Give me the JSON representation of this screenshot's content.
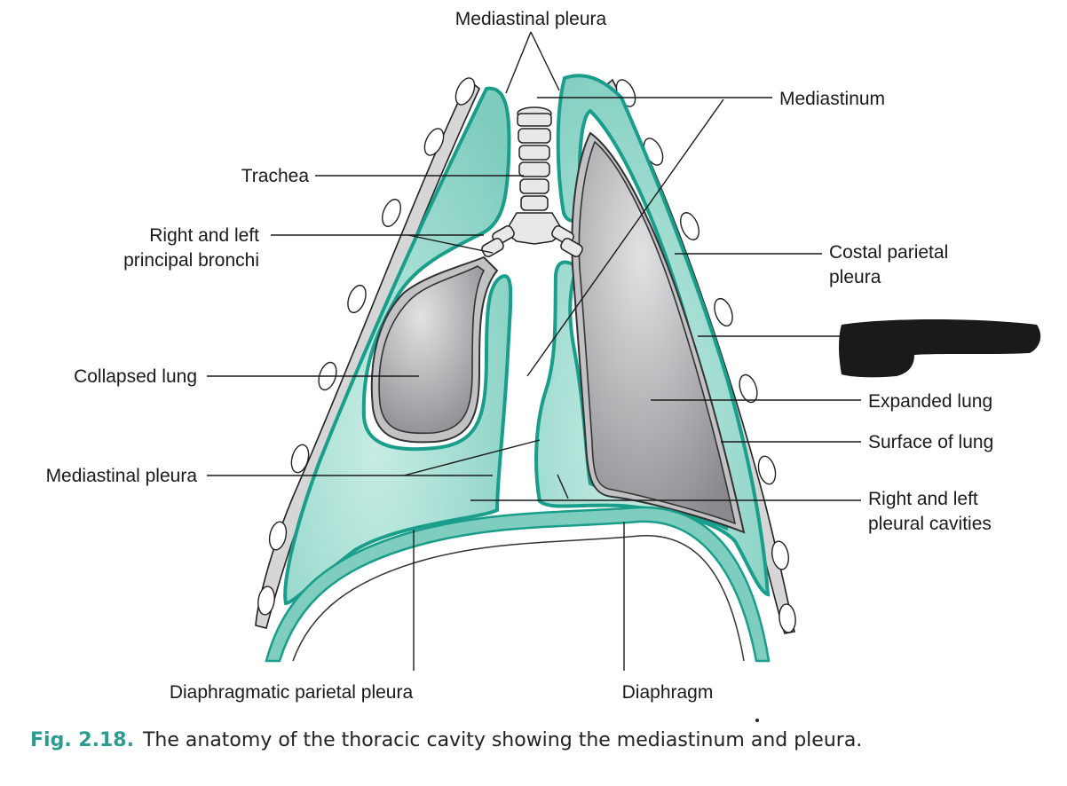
{
  "colors": {
    "pleura": "#1a9e8c",
    "pleura_fill": "#8fd3c6",
    "lung_fill": "#9b9b9f",
    "rib_fill": "#c9c9c9",
    "redaction": "#1a1a1a"
  },
  "labels": {
    "mediastinal_pleura_top": "Mediastinal pleura",
    "mediastinum": "Mediastinum",
    "trachea": "Trachea",
    "bronchi_line1": "Right and left",
    "bronchi_line2": "principal bronchi",
    "costal_line1": "Costal parietal",
    "costal_line2": "pleura",
    "collapsed_lung": "Collapsed lung",
    "expanded_lung": "Expanded lung",
    "surface_of_lung": "Surface of lung",
    "mediastinal_pleura_left": "Mediastinal pleura",
    "cavities_line1": "Right and left",
    "cavities_line2": "pleural cavities",
    "diaphragmatic_pleura": "Diaphragmatic parietal pleura",
    "diaphragm": "Diaphragm"
  },
  "caption": {
    "number": "Fig. 2.18.",
    "text": "The anatomy of the thoracic cavity showing the mediastinum and pleura."
  }
}
